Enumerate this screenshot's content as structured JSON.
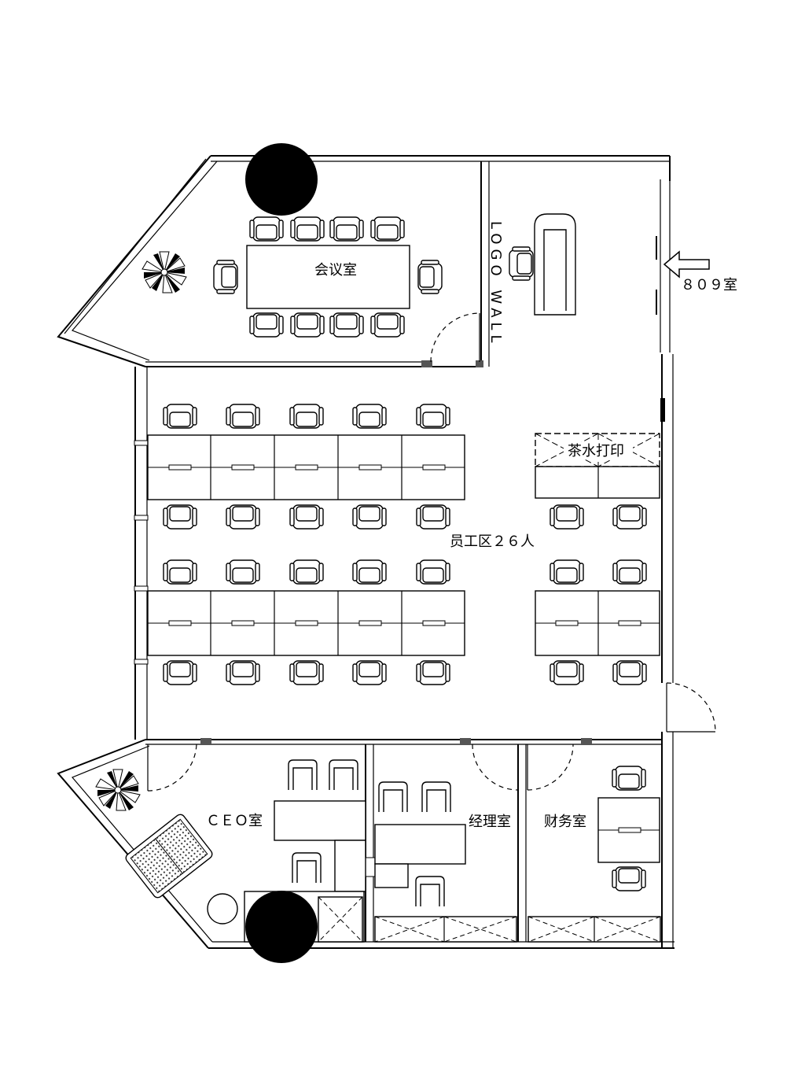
{
  "labels": {
    "meeting_room": "会议室",
    "logo_wall": "LOGO WALL",
    "room_809": "８０９室",
    "pantry_print": "茶水打印",
    "staff_area": "员工区２６人",
    "ceo_room": "ＣＥＯ室",
    "manager_room": "经理室",
    "finance_room": "财务室"
  }
}
